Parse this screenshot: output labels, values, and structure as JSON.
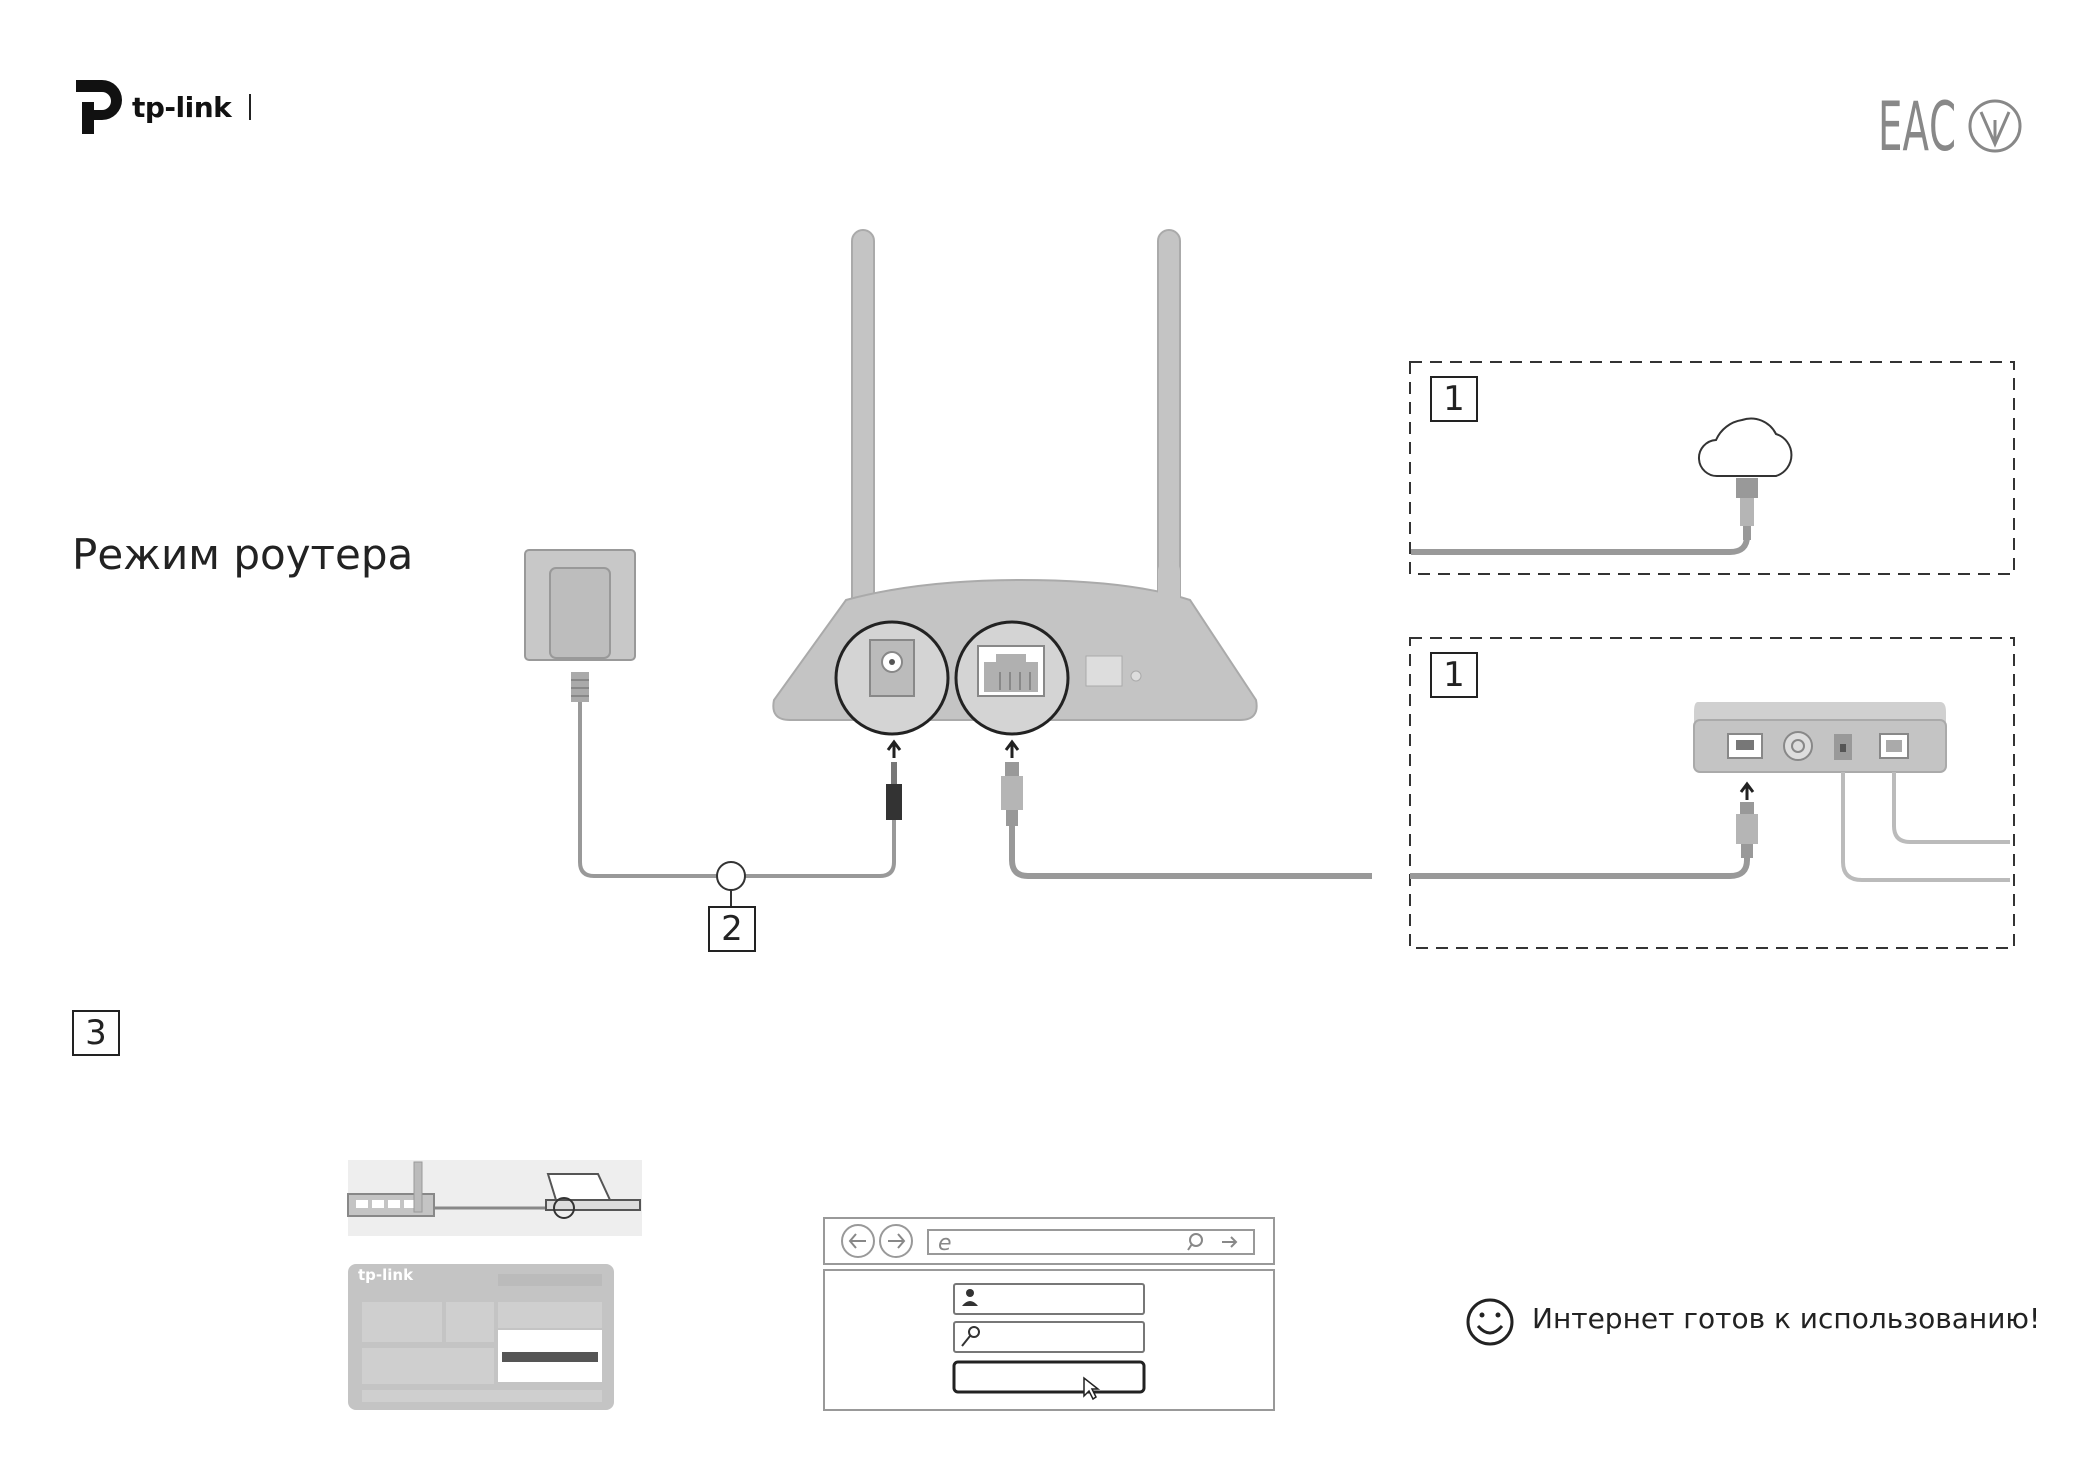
{
  "header": {
    "brand": "tp-link",
    "cert_mark": "ЕАС"
  },
  "mode_title": "Режим роутера",
  "steps": {
    "step1_top": "1",
    "step1_bottom": "1",
    "step2": "2",
    "step3": "3"
  },
  "login_card": {
    "brand": "tp-link"
  },
  "ready_message": "Интернет готов к использованию!",
  "colors": {
    "device_gray": "#b8b8b8",
    "cable_gray": "#999999",
    "line_dark": "#222222"
  },
  "icons": [
    "tp-link-logo-icon",
    "eac-cert-icon",
    "cloud-icon",
    "power-adapter-icon",
    "router-icon",
    "modem-icon",
    "smiley-icon",
    "browser-back-icon",
    "browser-forward-icon",
    "user-icon",
    "key-icon",
    "cursor-icon"
  ]
}
